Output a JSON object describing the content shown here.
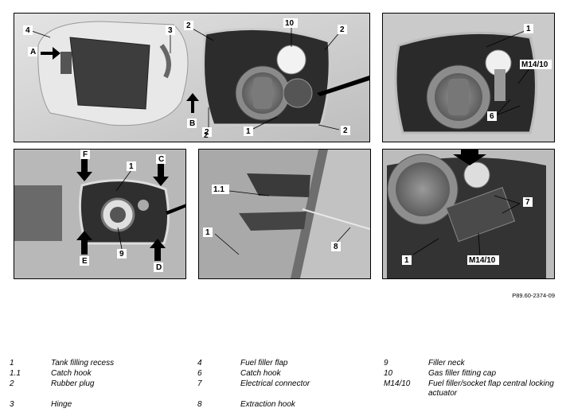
{
  "labels": {
    "p1": [
      "4",
      "A",
      "3",
      "2",
      "2",
      "10",
      "2",
      "B",
      "2",
      "1",
      "2"
    ],
    "p2": [
      "1",
      "M14/10",
      "6"
    ],
    "p3": [
      "F",
      "1",
      "C",
      "9",
      "E",
      "D"
    ],
    "p4": [
      "1.1",
      "1",
      "8"
    ],
    "p5": [
      "7",
      "1",
      "M14/10"
    ]
  },
  "photo_code": "P89.60-2374-09",
  "legend": [
    {
      "num": "1",
      "text": "Tank filling recess"
    },
    {
      "num": "1.1",
      "text": "Catch hook"
    },
    {
      "num": "2",
      "text": "Rubber plug"
    },
    {
      "num": "3",
      "text": "Hinge"
    },
    {
      "num": "4",
      "text": "Fuel filler flap"
    },
    {
      "num": "6",
      "text": "Catch hook"
    },
    {
      "num": "7",
      "text": "Electrical connector"
    },
    {
      "num": "8",
      "text": "Extraction hook"
    },
    {
      "num": "9",
      "text": "Filler neck"
    },
    {
      "num": "10",
      "text": "Gas filler fitting cap"
    },
    {
      "num": "M14/10",
      "text": "Fuel filler/socket flap central locking actuator"
    }
  ]
}
